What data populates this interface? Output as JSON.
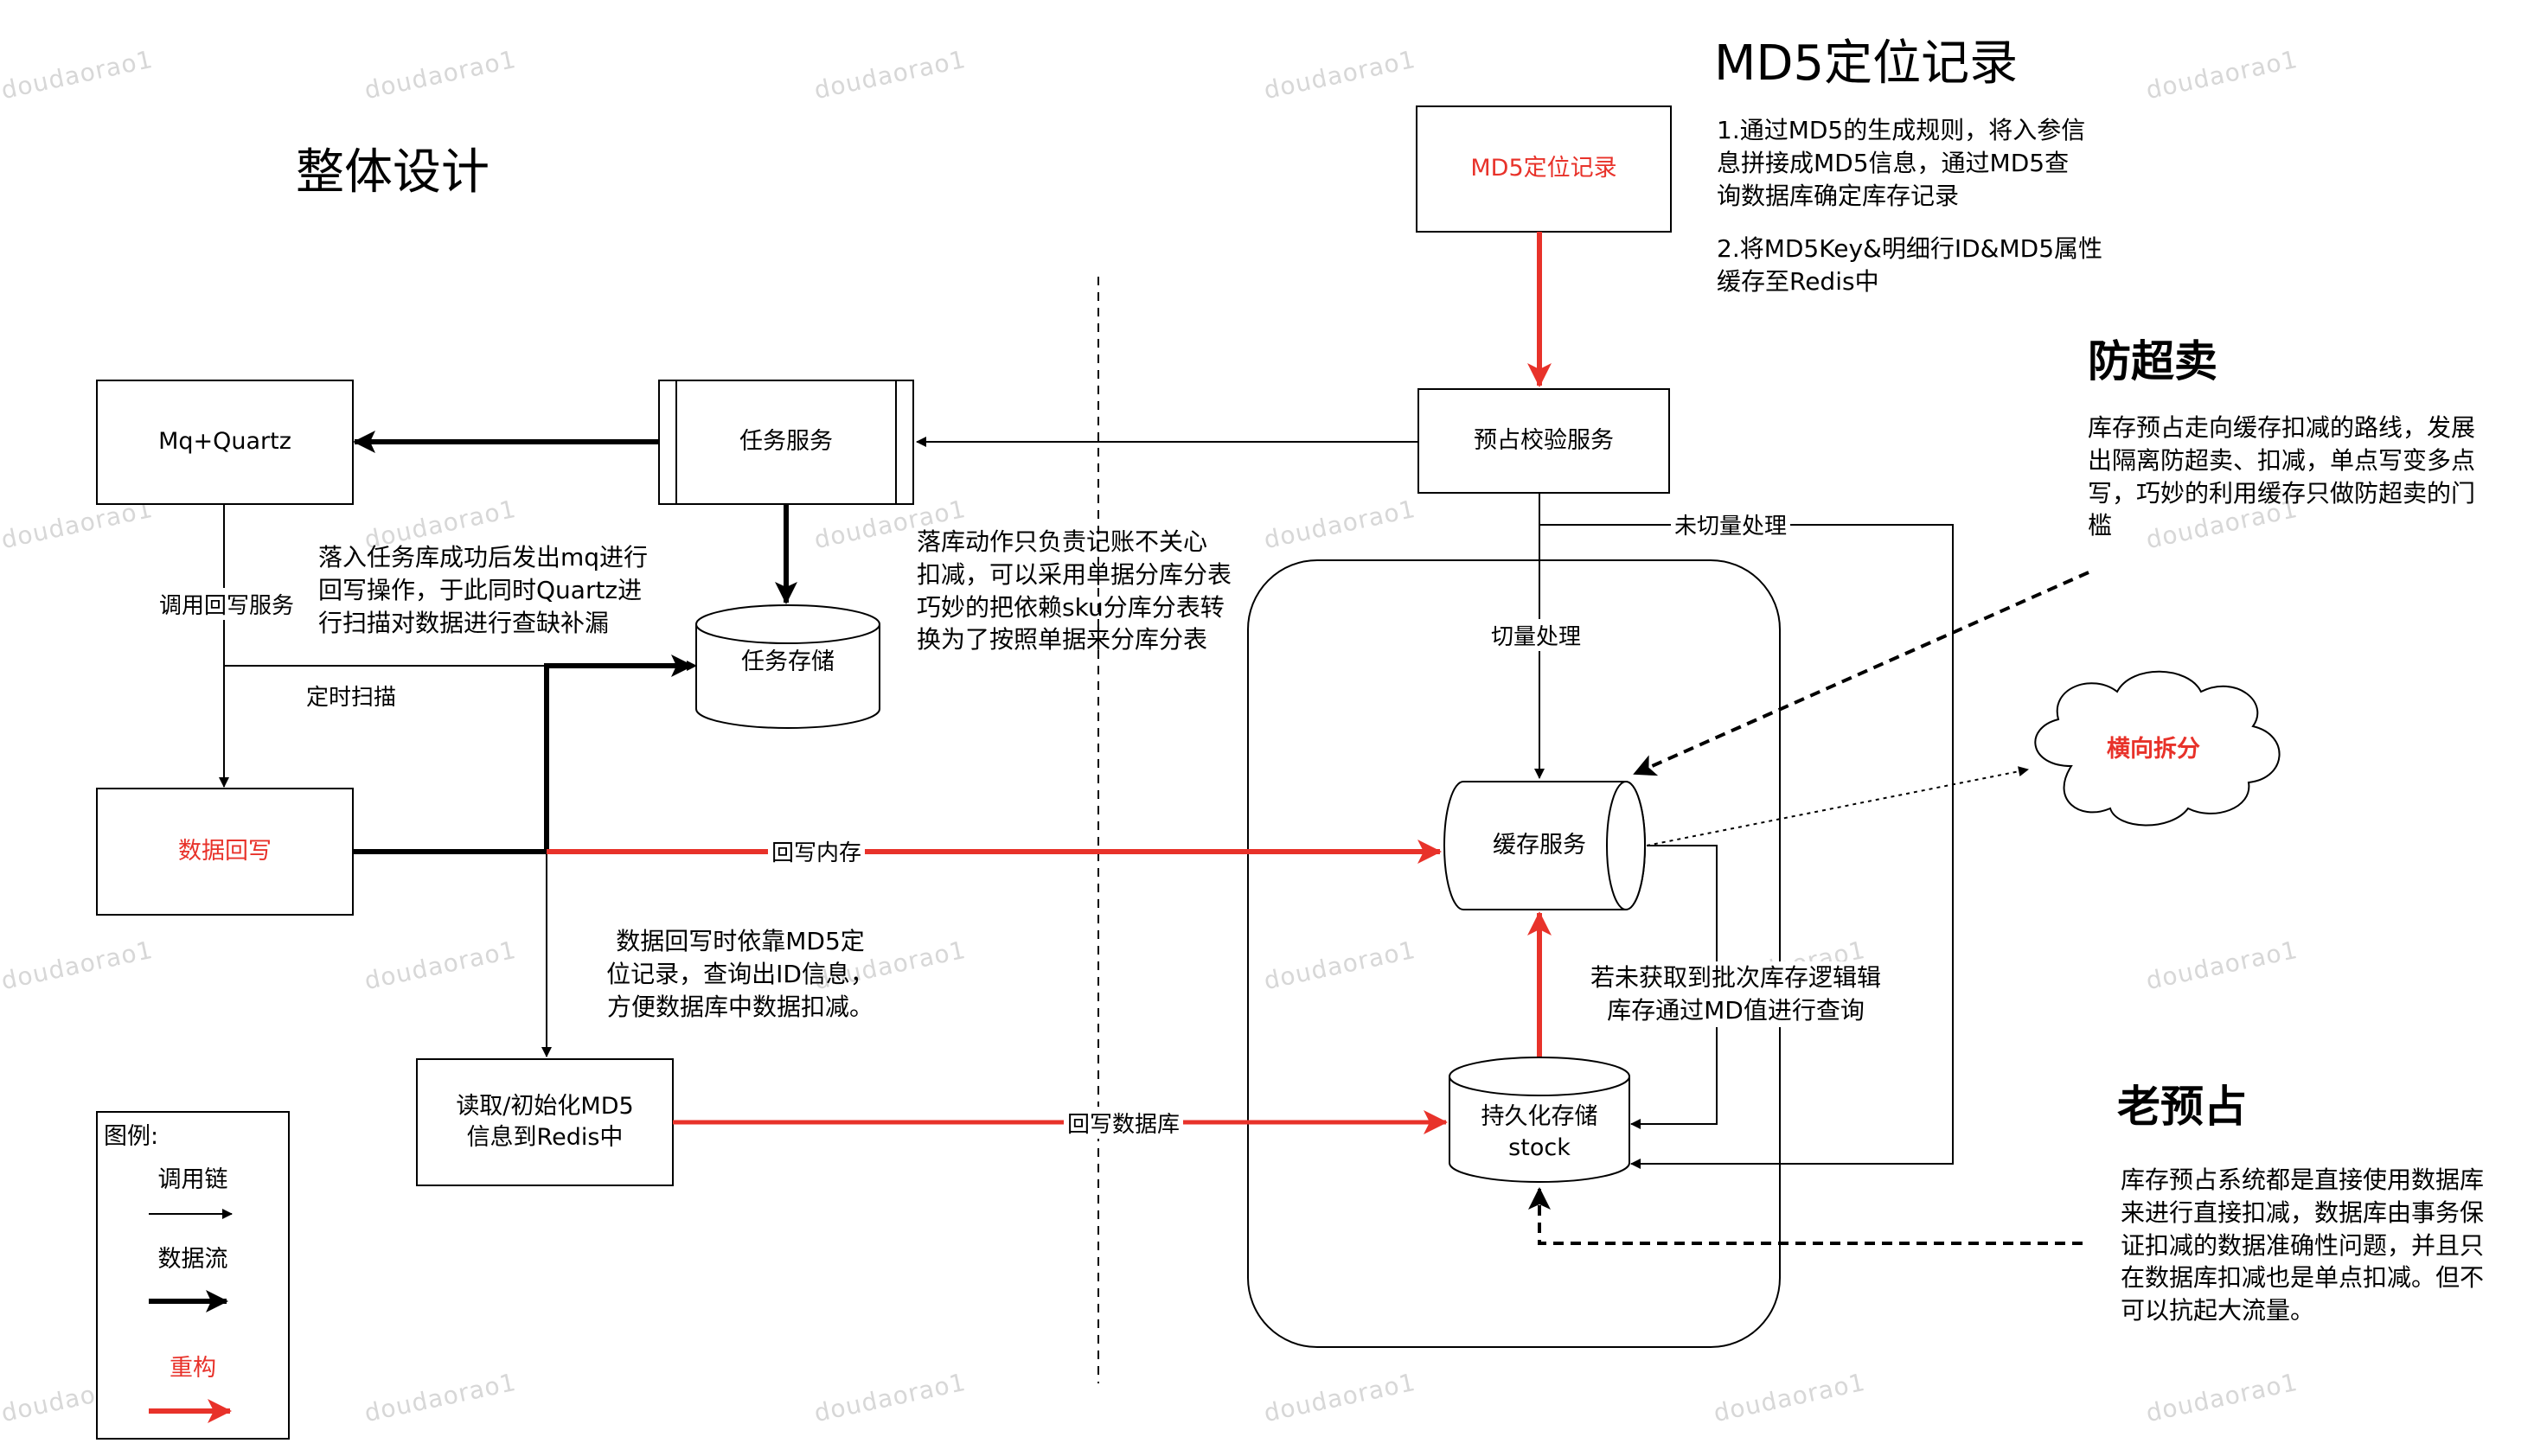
{
  "titles": {
    "overall": "整体设计",
    "md5": "MD5定位记录",
    "anti_oversell": "防超卖",
    "old_reserve": "老预占"
  },
  "nodes": {
    "mq_quartz": "Mq+Quartz",
    "task_service": "任务服务",
    "task_storage": "任务存储",
    "data_writeback": "数据回写",
    "read_init_md5_line1": "读取/初始化MD5",
    "read_init_md5_line2": "信息到Redis中",
    "md5_locate": "MD5定位记录",
    "reserve_check": "预占校验服务",
    "cache_service": "缓存服务",
    "persistent_line1": "持久化存储",
    "persistent_line2": "stock",
    "horizontal_split": "横向拆分"
  },
  "notes": {
    "md5_desc": [
      "1.通过MD5的生成规则，将入参信",
      "息拼接成MD5信息，通过MD5查",
      "询数据库确定库存记录",
      "",
      "2.将MD5Key&明细行ID&MD5属性",
      "缓存至Redis中"
    ],
    "anti_oversell_desc": [
      "库存预占走向缓存扣减的路线，发展",
      "出隔离防超卖、扣减，单点写变多点",
      "写，巧妙的利用缓存只做防超卖的门",
      "槛"
    ],
    "old_reserve_desc": [
      "库存预占系统都是直接使用数据库",
      "来进行直接扣减，数据库由事务保",
      "证扣减的数据准确性问题，并且只",
      "在数据库扣减也是单点扣减。但不",
      "可以抗起大流量。"
    ],
    "mq_desc": [
      "落入任务库成功后发出mq进行",
      "回写操作，于此同时Quartz进",
      "行扫描对数据进行查缺补漏"
    ],
    "storage_desc": [
      "落库动作只负责记账不关心",
      "扣减，可以采用单据分库分表",
      "巧妙的把依赖sku分库分表转",
      "换为了按照单据来分库分表"
    ],
    "writeback_md5_desc": [
      "数据回写时依靠MD5定",
      "位记录，查询出ID信息，",
      "方便数据库中数据扣减。"
    ],
    "cache_fallback_desc": [
      "若未获取到批次库存逻辑辑",
      "库存通过MD值进行查询"
    ]
  },
  "edges": {
    "call_writeback": "调用回写服务",
    "scheduled_scan": "定时扫描",
    "writeback_memory": "回写内存",
    "writeback_db": "回写数据库",
    "uncut_processing": "未切量处理",
    "cut_processing": "切量处理"
  },
  "legend": {
    "title": "图例:",
    "call_chain": "调用链",
    "data_flow": "数据流",
    "refactor": "重构"
  },
  "watermark": "doudaorao1",
  "colors": {
    "accent_red": "#e8322a",
    "line": "#000000",
    "watermark": "#d7d7d7"
  }
}
